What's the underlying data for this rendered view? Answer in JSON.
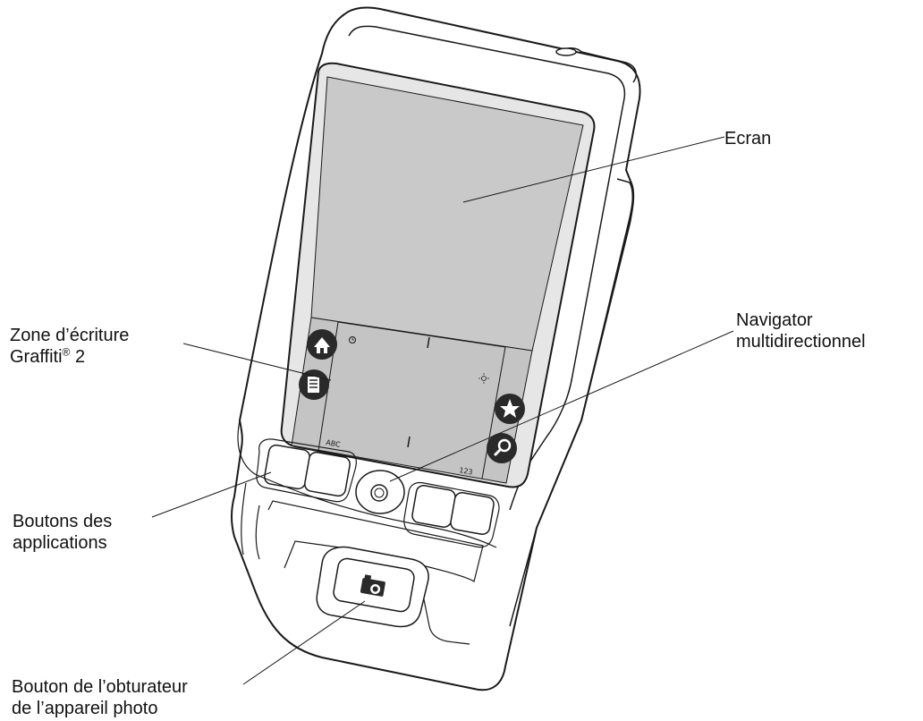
{
  "colors": {
    "outline": "#1a1a1a",
    "screen": "#c9c9c9",
    "graffiti": "#c4c4c4",
    "body": "#ffffff",
    "button_fill": "#2a2a2a"
  },
  "callouts": {
    "screen": {
      "line1": "Ecran"
    },
    "navigator": {
      "line1": "Navigator",
      "line2": "multidirectionnel"
    },
    "graffiti": {
      "line1": "Zone d’écriture",
      "line2_text": "Graffiti",
      "line2_sup": "®",
      "line2_tail": " 2"
    },
    "app_buttons": {
      "line1": "Boutons des",
      "line2": "applications"
    },
    "shutter": {
      "line1": "Bouton de l’obturateur",
      "line2": "de l’appareil photo"
    }
  },
  "graffiti_area": {
    "left_letters": "ABC",
    "right_numbers": "123"
  },
  "icons": [
    "home-icon",
    "menu-icon",
    "favorites-star-icon",
    "find-icon",
    "clock-icon",
    "brightness-icon",
    "camera-icon",
    "navigator-center-icon"
  ]
}
